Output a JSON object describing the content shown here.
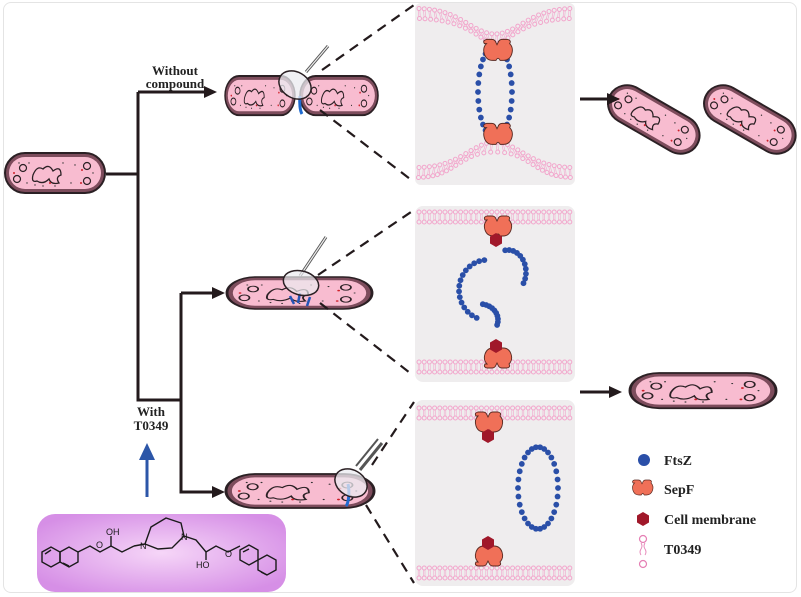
{
  "labels": {
    "without_compound_line1": "Without",
    "without_compound_line2": "compound",
    "with_compound_line1": "With",
    "with_compound_line2": "T0349"
  },
  "molecule": {
    "name": "T0349",
    "atoms": {
      "oh_top": "OH",
      "oh_bottom": "HO",
      "o_left": "O",
      "o_right": "O",
      "n_left": "N",
      "n_right": "N"
    }
  },
  "legend": [
    {
      "symbol": "blue-dot",
      "label": "FtsZ"
    },
    {
      "symbol": "sepf-shape",
      "label": "SepF"
    },
    {
      "symbol": "red-hexagon",
      "label": "Cell membrane"
    },
    {
      "symbol": "lipid",
      "label": "T0349"
    }
  ],
  "colors": {
    "cell_fill": "#f7b7c9",
    "cell_wall": "#8a5a6a",
    "ftsz": "#2a4fa8",
    "sepf": "#f07058",
    "hexagon": "#a0182a",
    "lipid": "#f2a6cc",
    "panel_bg": "#efedee",
    "molecule_bg": "#e2a8ee",
    "arrow_blue": "#2c56a8"
  }
}
